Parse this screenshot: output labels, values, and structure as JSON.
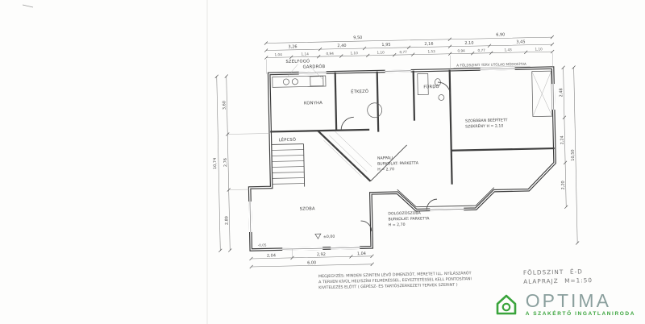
{
  "dims": {
    "top1": [
      "9,50",
      "6,90"
    ],
    "top2": [
      "3,26",
      "2,40",
      "1,95",
      "2,16",
      "2,10",
      "3,45"
    ],
    "top3": [
      "1,04",
      "1,14",
      "0,94",
      "1,10",
      "1,10",
      "0,77",
      "1,53",
      "0,94",
      "0,77",
      "1,43",
      "1,10"
    ],
    "left": [
      "3,60",
      "2,76",
      "2,89"
    ],
    "left_total": "10,74",
    "right": [
      "2,48",
      "2,24",
      "2,20"
    ],
    "right_total": "10,50",
    "bottom": [
      "2,04",
      "2,92",
      "1,04"
    ],
    "bottom_total": "6,00"
  },
  "levels": {
    "zero": "±0,00",
    "minus": "-0,05"
  },
  "rooms": {
    "szelfogo": "SZÉLFOGÓ",
    "gardrob": "GARDRÓB",
    "konyha": "KONYHA",
    "etkezo": "ÉTKEZŐ",
    "furdo": "FÜRDŐ",
    "lepcso": "LÉPCSŐ",
    "szoba": "SZOBA",
    "nappali_1": "NAPPALI",
    "nappali_2": "BURKOLAT: PARKETTA",
    "nappali_3": "H = 2,70",
    "dolgozo_1": "DOLGOZÓSZOBA",
    "dolgozo_2": "BURKOLAT: PARKETTA",
    "dolgozo_3": "H = 2,70",
    "szoba_note_1": "SZOBÁBAN BEÉPÍTETT",
    "szoba_note_2": "SZEKRÉNY H = 2,10",
    "mod_note": "A FÖLDSZINTI TERV UTÓLAG MÓDOSÍTVA"
  },
  "notes": {
    "line1": "MEGJEGYZÉS: MINDEN SZINTEN LÉVŐ DIMENZIÓT, MÉRETET ILL. NYÍLÁSZÁRÓT",
    "line2": "A TERVEN KÍVÜL HELYSZÍNI FELMÉRÉSSEL, EGYEZTETÉSSEL KELL PONTOSÍTANI",
    "line3": "KIVITELEZÉS ELŐTT ( GÉPÉSZ- ÉS TARTÓSZERKEZETI TERVEK SZERINT )"
  },
  "title_block": {
    "line1": "FÖLDSZINT",
    "line1_right": "É-D",
    "line2": "ALAPRAJZ",
    "line2_right": "M=1:50"
  },
  "logo": {
    "brand": "OPTIMA",
    "tagline": "A SZAKÉRTŐ INGATLANIRODA",
    "green": "#3aa43c",
    "brand_color": "#8a9f9d"
  }
}
